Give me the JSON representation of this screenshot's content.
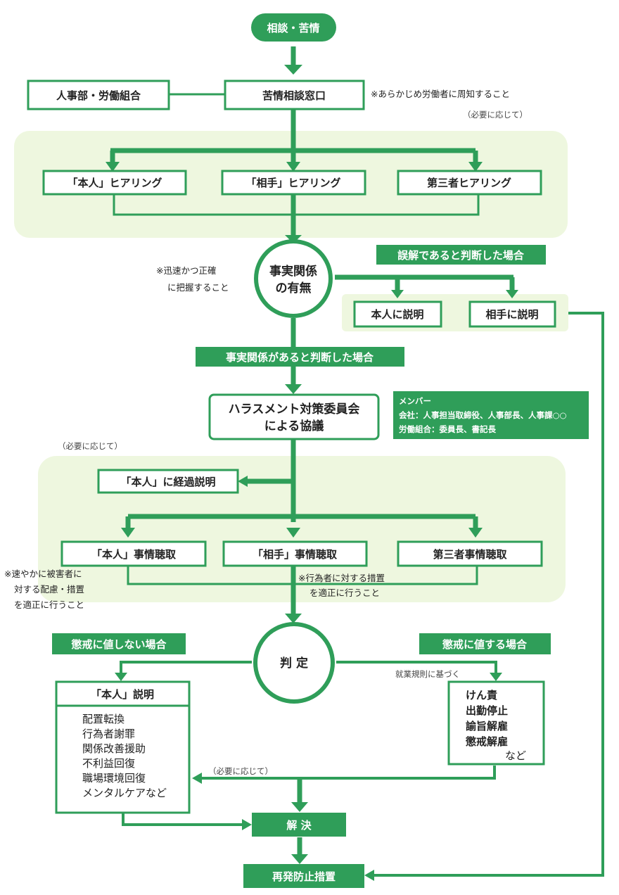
{
  "nodes": {
    "start": "相談・苦情",
    "hr_union": "人事部・労働組合",
    "window": "苦情相談窓口",
    "hear_self": "「本人」ヒアリング",
    "hear_other": "「相手」ヒアリング",
    "hear_third": "第三者ヒアリング",
    "fact_line1": "事実関係",
    "fact_line2": "の有無",
    "explain_self": "本人に説明",
    "explain_other": "相手に説明",
    "committee_line1": "ハラスメント対策委員会",
    "committee_line2": "による協議",
    "progress_self": "「本人」に経過説明",
    "inq_self": "「本人」事情聴取",
    "inq_other": "「相手」事情聴取",
    "inq_third": "第三者事情聴取",
    "judge": "判 定",
    "explain_self2": "「本人」説明",
    "resolve": "解 決",
    "prevent": "再発防止措置"
  },
  "labels": {
    "misunderstanding": "誤解であると判断した場合",
    "fact_exists": "事実関係があると判断した場合",
    "no_discipline": "懲戒に値しない場合",
    "discipline": "懲戒に値する場合"
  },
  "notes": {
    "notify": "※あらかじめ労働者に周知すること",
    "as_needed": "（必要に応じて）",
    "prompt_line1": "※迅速かつ正確",
    "prompt_line2": "に把握すること",
    "victim_line1": "※速やかに被害者に",
    "victim_line2": "対する配慮・措置",
    "victim_line3": "を適正に行うこと",
    "actor_line1": "※行為者に対する措置",
    "actor_line2": "を適正に行うこと",
    "rules": "就業規則に基づく"
  },
  "members": {
    "title": "メンバー",
    "company": "会社：人事担当取締役、人事部長、人事課○○",
    "union": "労働組合：委員長、書記長"
  },
  "measures": [
    "配置転換",
    "行為者謝罪",
    "関係改善援助",
    "不利益回復",
    "職場環境回復",
    "メンタルケアなど"
  ],
  "penalties": [
    "けん責",
    "出勤停止",
    "諭旨解雇",
    "懲戒解雇"
  ],
  "penalties_more": "など",
  "colors": {
    "green": "#2f9e59",
    "band": "#eef7df"
  }
}
